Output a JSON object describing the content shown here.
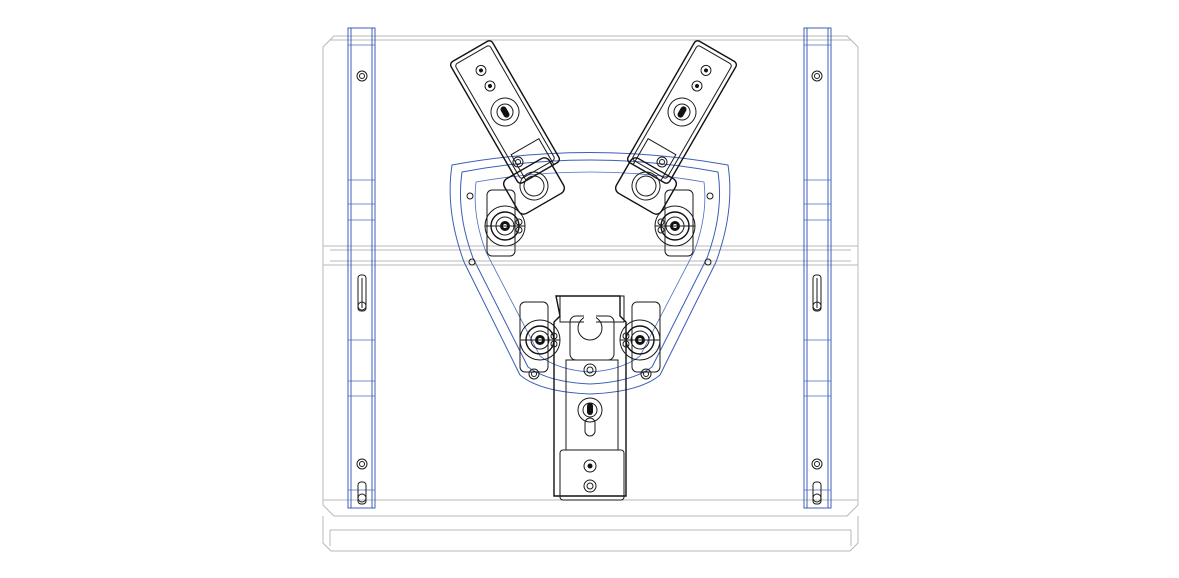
{
  "drawing": {
    "view": "top",
    "colors": {
      "base_plate": "#b8b8b8",
      "side_rails": "#3b5fb5",
      "fixture_parts": "#1a1a1a",
      "background": "#ffffff"
    },
    "components": {
      "base_plate": "base-plate",
      "rails": [
        "left-rail",
        "right-rail"
      ],
      "clamp_arms": [
        "upper-left-clamp-arm",
        "upper-right-clamp-arm",
        "bottom-clamp-arm"
      ],
      "toggle_clamps": [
        "toggle-clamp-upper-left",
        "toggle-clamp-upper-right",
        "toggle-clamp-lower-left",
        "toggle-clamp-lower-right"
      ],
      "workpiece": "shield-workpiece-outline"
    }
  }
}
